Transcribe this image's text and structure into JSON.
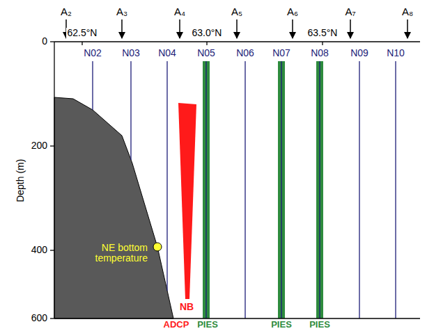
{
  "diagram": {
    "labels": [
      "A₂",
      "A₃",
      "A₄",
      "A₅",
      "A₆",
      "A₇",
      "A₈",
      "62.5°N",
      "63.0°N",
      "63.5°N",
      "N02",
      "N03",
      "N04",
      "N05",
      "N06",
      "N07",
      "N08",
      "N09",
      "N10",
      "0",
      "200",
      "400",
      "600",
      "Depth (m)",
      "NE bottom temperature",
      "NB",
      "ADCP",
      "PIES",
      "PIES",
      "PIES"
    ]
  }
}
